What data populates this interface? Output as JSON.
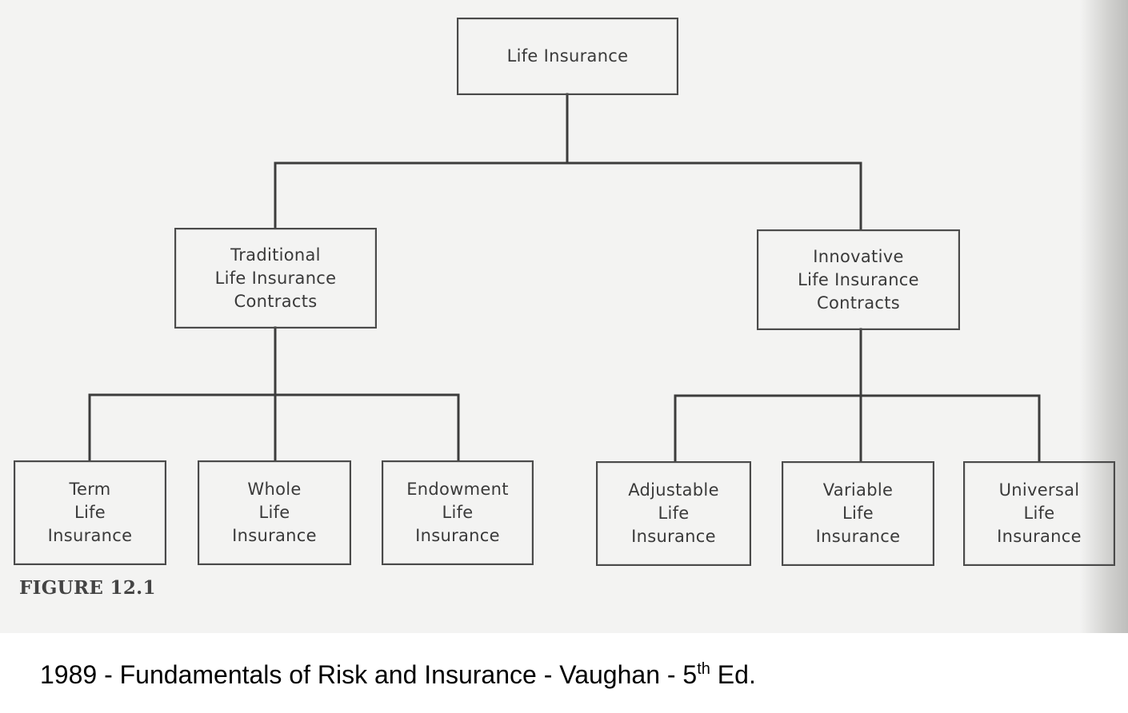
{
  "diagram": {
    "nodes": {
      "root": "Life Insurance",
      "traditional": "Traditional\nLife Insurance\nContracts",
      "innovative": "Innovative\nLife Insurance\nContracts",
      "term": "Term\nLife\nInsurance",
      "whole": "Whole\nLife\nInsurance",
      "endowment": "Endowment\nLife\nInsurance",
      "adjustable": "Adjustable\nLife\nInsurance",
      "variable": "Variable\nLife\nInsurance",
      "universal": "Universal\nLife\nInsurance"
    },
    "edges": [
      [
        "root",
        "traditional"
      ],
      [
        "root",
        "innovative"
      ],
      [
        "traditional",
        "term"
      ],
      [
        "traditional",
        "whole"
      ],
      [
        "traditional",
        "endowment"
      ],
      [
        "innovative",
        "adjustable"
      ],
      [
        "innovative",
        "variable"
      ],
      [
        "innovative",
        "universal"
      ]
    ],
    "figure_label": "FIGURE 12.1"
  },
  "caption": {
    "text": "1989 - Fundamentals of Risk and Insurance -  Vaughan - 5",
    "superscript": "th",
    "suffix": " Ed."
  },
  "colors": {
    "line": "#3c3c3c",
    "text": "#3a3a3a",
    "scan_background": "#f3f3f2"
  }
}
